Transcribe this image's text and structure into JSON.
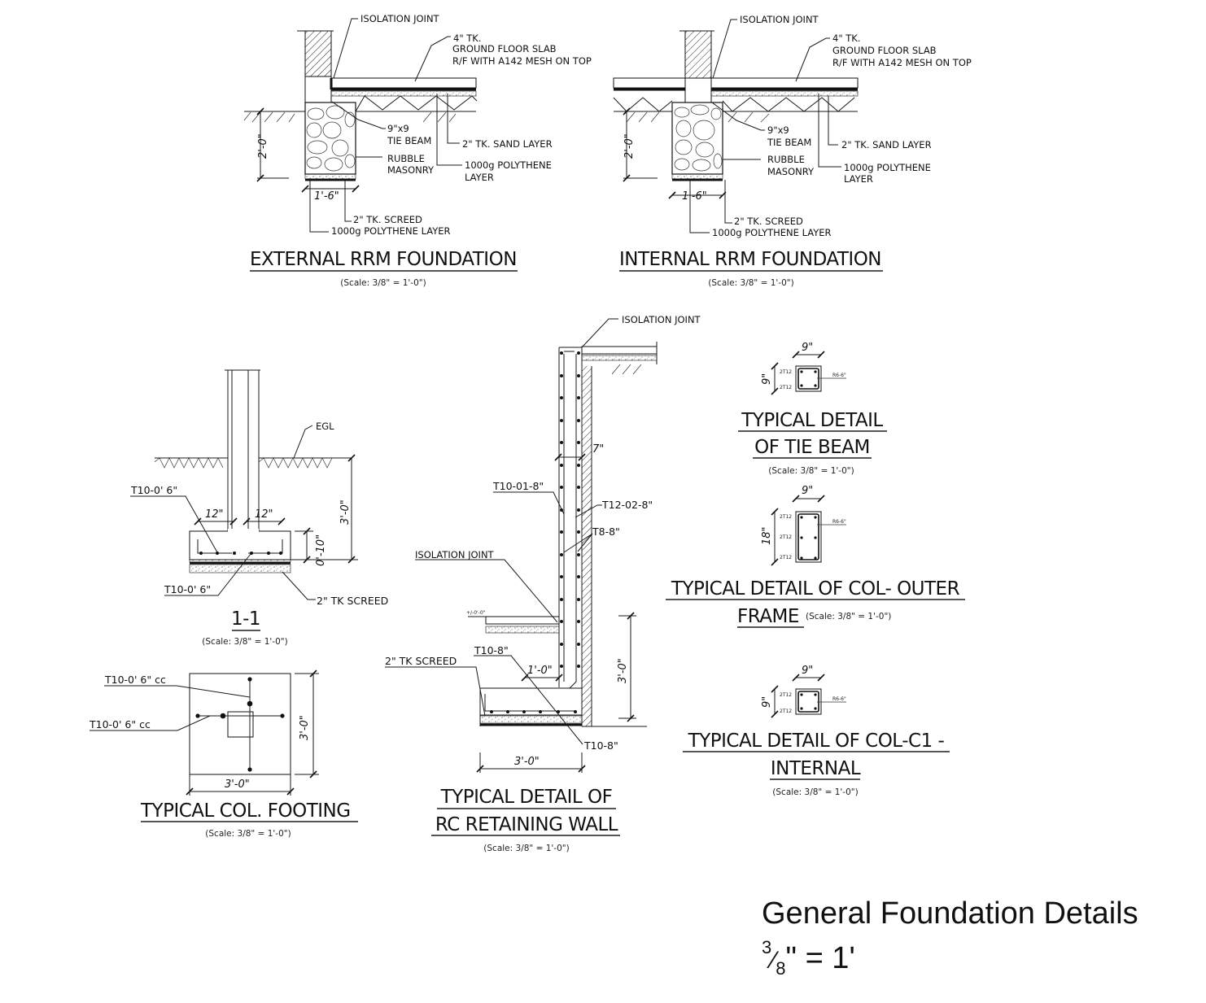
{
  "sheet": {
    "title": "General Foundation Details",
    "scale": {
      "numerator": "3",
      "denominator": "8",
      "rest": "\" = 1'"
    }
  },
  "common": {
    "scale_note": "(Scale: 3/8\" = 1'-0\")"
  },
  "external_rrm": {
    "title": "EXTERNAL RRM FOUNDATION",
    "labels": {
      "isolation_joint": "ISOLATION JOINT",
      "slab_1": "4\" TK.",
      "slab_2": "GROUND FLOOR SLAB",
      "slab_3": "R/F WITH A142 MESH ON TOP",
      "tie_1": "9\"x9",
      "tie_2": "TIE BEAM",
      "sand": "2\" TK. SAND LAYER",
      "rubble_1": "RUBBLE",
      "rubble_2": "MASONRY",
      "poly_1": "1000g POLYTHENE",
      "poly_2": "LAYER",
      "screed": "2\" TK. SCREED",
      "poly_bottom": "1000g POLYTHENE LAYER"
    },
    "dims": {
      "depth": "2'-0\"",
      "width": "1'-6\""
    }
  },
  "internal_rrm": {
    "title": "INTERNAL RRM FOUNDATION",
    "labels": {
      "isolation_joint": "ISOLATION JOINT",
      "slab_1": "4\" TK.",
      "slab_2": "GROUND FLOOR SLAB",
      "slab_3": "R/F WITH A142 MESH ON TOP",
      "tie_1": "9\"x9",
      "tie_2": "TIE BEAM",
      "sand": "2\" TK. SAND LAYER",
      "rubble_1": "RUBBLE",
      "rubble_2": "MASONRY",
      "poly_1": "1000g POLYTHENE",
      "poly_2": "LAYER",
      "screed": "2\" TK. SCREED",
      "poly_bottom": "1000g POLYTHENE LAYER"
    },
    "dims": {
      "depth": "2'-0\"",
      "width": "1'-6\""
    }
  },
  "section_1_1": {
    "title": "1-1",
    "labels": {
      "egl": "EGL",
      "top_bar": "T10-0' 6\"",
      "bottom_bar": "T10-0' 6\"",
      "screed": "2\" TK SCREED"
    },
    "dims": {
      "left_proj": "12\"",
      "right_proj": "12\"",
      "depth": "3'-0\"",
      "thickness": "0'-10\""
    }
  },
  "col_footing": {
    "title": "TYPICAL COL. FOOTING",
    "labels": {
      "bar_1": "T10-0' 6\" cc",
      "bar_2": "T10-0' 6\" cc"
    },
    "dims": {
      "width": "3'-0\"",
      "length": "3'-0\""
    }
  },
  "retaining_wall": {
    "title_1": "TYPICAL DETAIL OF",
    "title_2": "RC RETAINING WALL",
    "labels": {
      "isolation_joint_top": "ISOLATION JOINT",
      "isolation_joint_mid": "ISOLATION JOINT",
      "bar_a": "T10-01-8\"",
      "bar_b": "T12-02-8\"",
      "bar_c": "T8-8\"",
      "bar_d": "T10-8\"",
      "bar_e": "T10-8\"",
      "screed": "2\" TK SCREED",
      "level": "+/-0'-0\""
    },
    "dims": {
      "wall": "7\"",
      "heel": "1'-0\"",
      "base": "3'-0\"",
      "height": "3'-0\""
    }
  },
  "tie_beam": {
    "title_1": "TYPICAL DETAIL",
    "title_2": "OF TIE BEAM",
    "dims": {
      "width": "9\"",
      "depth": "9\""
    },
    "bars": [
      "2T12",
      "2T12"
    ],
    "link": "R6-6\""
  },
  "col_outer": {
    "title_1": "TYPICAL DETAIL OF COL- OUTER",
    "title_2": "FRAME",
    "dims": {
      "width": "9\"",
      "depth": "18\""
    },
    "bars": [
      "2T12",
      "2T12",
      "2T12"
    ],
    "link": "R6-6\""
  },
  "col_c1": {
    "title_1": "TYPICAL DETAIL OF COL-C1 -",
    "title_2": "INTERNAL",
    "dims": {
      "width": "9\"",
      "depth": "9\""
    },
    "bars": [
      "2T12",
      "2T12"
    ],
    "link": "R6-6\""
  }
}
